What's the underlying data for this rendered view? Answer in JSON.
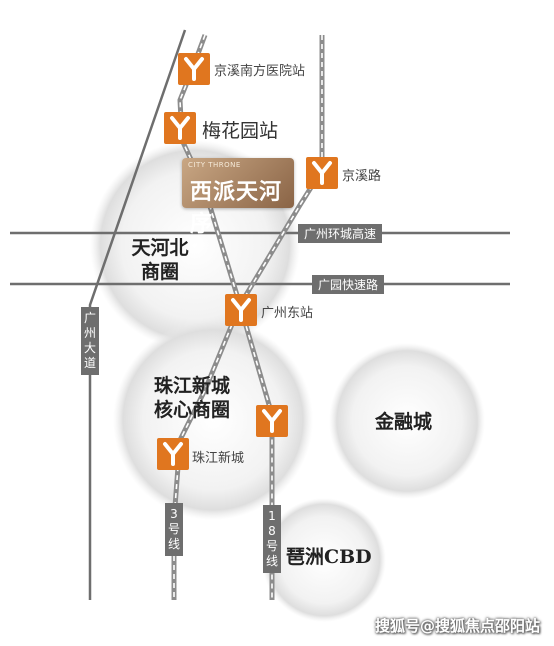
{
  "project": {
    "logo_text": "CITY THRONE",
    "name": "西派天河序"
  },
  "stations": {
    "jingxi_nanfang": "京溪南方医院站",
    "meihuayuan": "梅花园站",
    "jingxilu": "京溪路",
    "guangzhou_east": "广州东站",
    "zhujiang_newtown": "珠江新城"
  },
  "roads": {
    "ring_expressway": "广州环城高速",
    "guangyuan_expressway": "广园快速路",
    "guangzhou_avenue": "广州大道"
  },
  "lines": {
    "line3": "3号线",
    "line18": "18号线"
  },
  "areas": {
    "tianhe_north": "天河北商圈",
    "zhujiang_core": "珠江新城核心商圈",
    "financial_city": "金融城",
    "pazhou_cbd": "琶洲CBD"
  },
  "watermark": "搜狐号@搜狐焦点邵阳站",
  "colors": {
    "metro_orange": "#e0761f",
    "road_gray": "#6e6e6e",
    "project_brown": "#a27b5a"
  },
  "icons": {
    "metro": "metro-y-icon"
  }
}
